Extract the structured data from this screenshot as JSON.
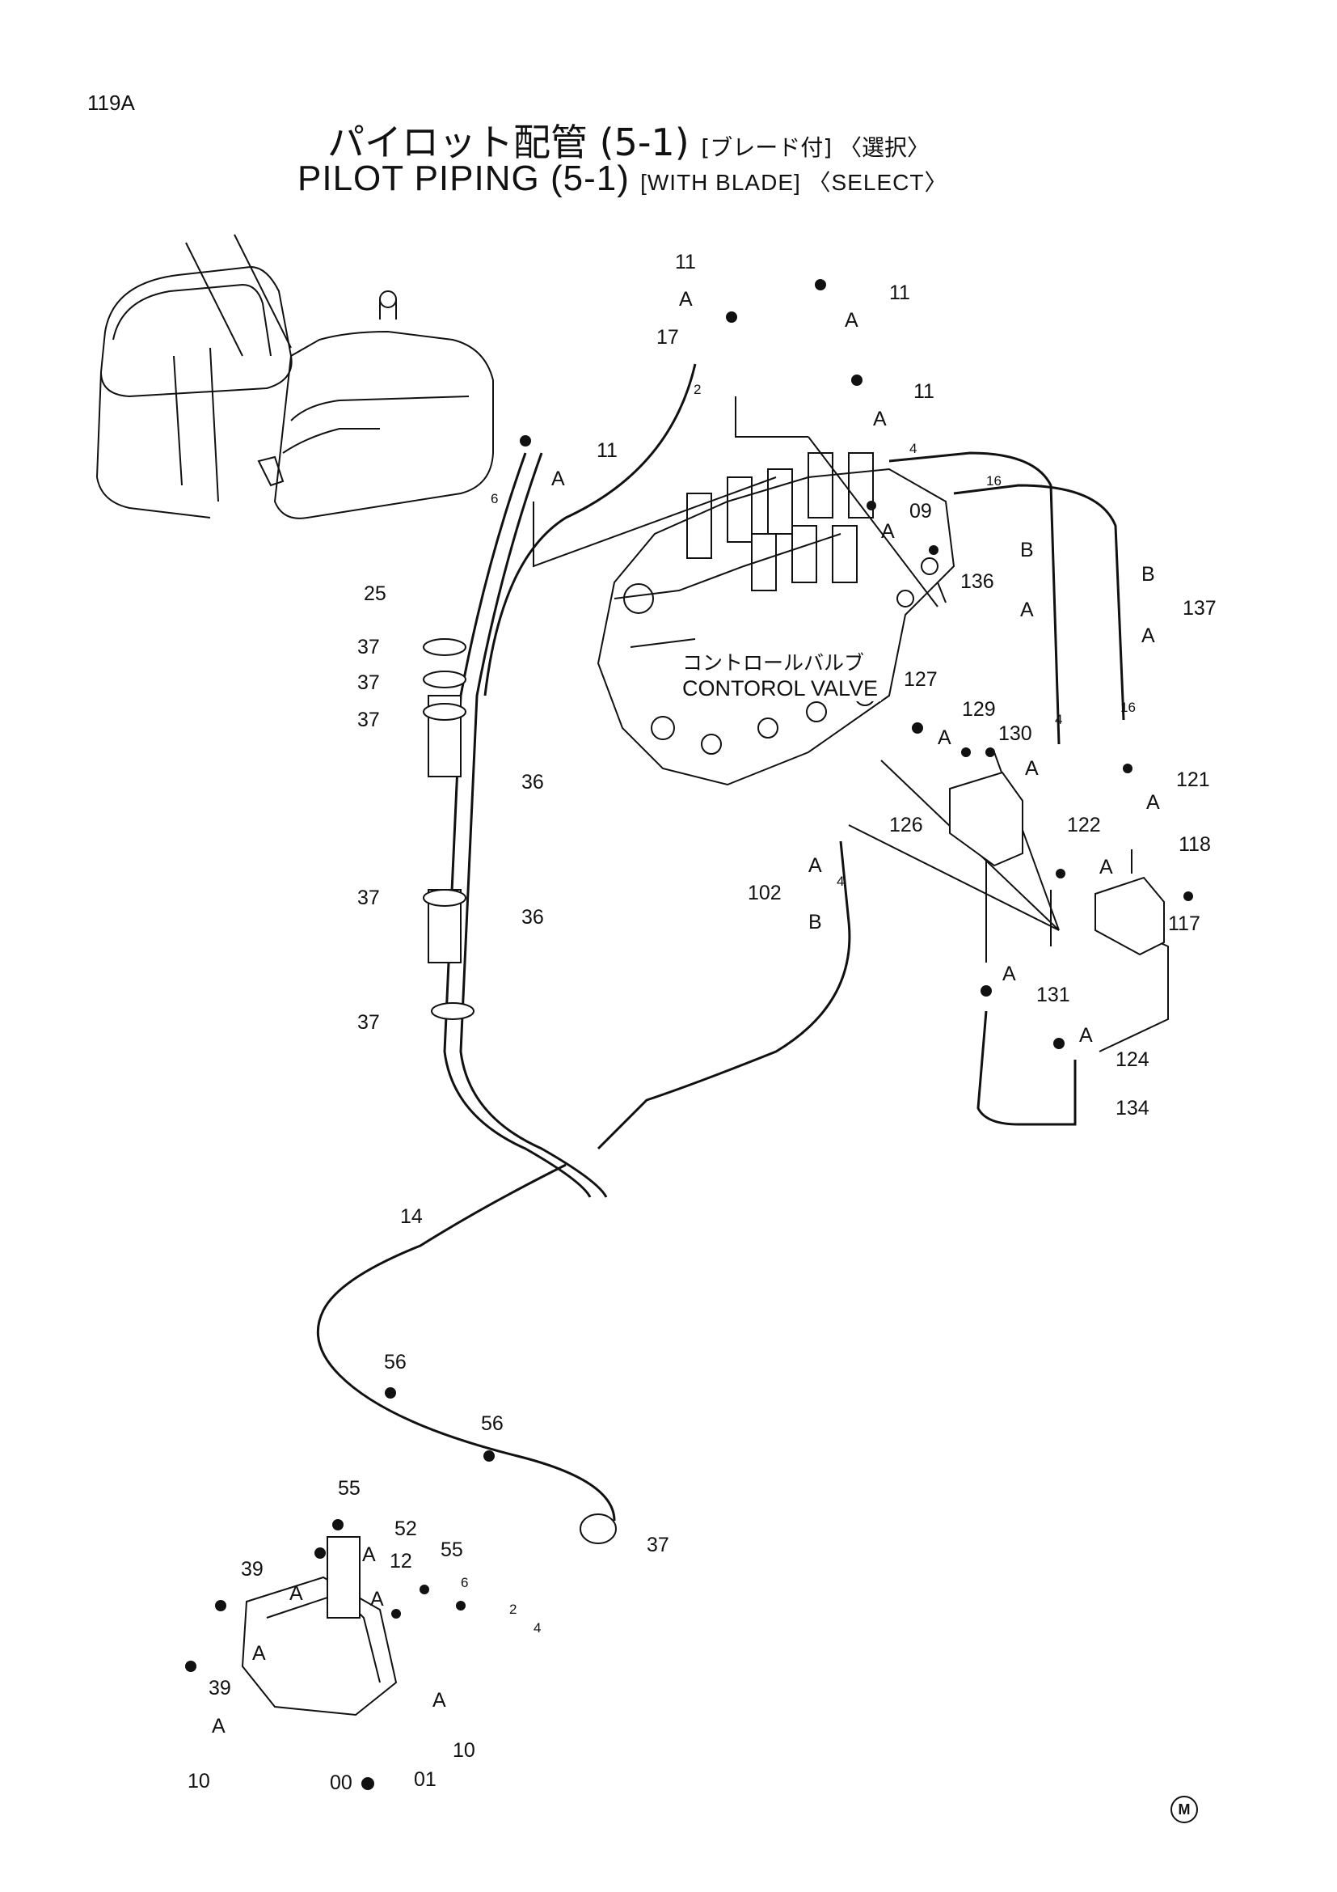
{
  "page_number": "119A",
  "title": {
    "jp_main": "パイロット配管 (5-1)",
    "jp_sub": "[ブレード付] 〈選択〉",
    "en_main": "PILOT PIPING (5-1)",
    "en_sub": "[WITH BLADE] 〈SELECT〉"
  },
  "control_valve": {
    "label_jp": "コントロールバルブ",
    "label_en": "CONTOROL VALVE"
  },
  "corner_mark": "M",
  "callouts": {
    "c11_top": "11",
    "c11_a": "11",
    "c11_b": "11",
    "c11_c": "11",
    "c17": "17",
    "c09": "09",
    "c136": "136",
    "c137": "137",
    "c25": "25",
    "c37_1": "37",
    "c37_2": "37",
    "c37_3": "37",
    "c37_4": "37",
    "c37_5": "37",
    "c37_6": "37",
    "c36_1": "36",
    "c36_2": "36",
    "c127": "127",
    "c129": "129",
    "c130": "130",
    "c126": "126",
    "c121": "121",
    "c122": "122",
    "c118": "118",
    "c117": "117",
    "c102": "102",
    "c131": "131",
    "c124": "124",
    "c134": "134",
    "c14": "14",
    "c56_1": "56",
    "c56_2": "56",
    "c55_1": "55",
    "c55_2": "55",
    "c52": "52",
    "c39_1": "39",
    "c39_2": "39",
    "c12": "12",
    "c10_1": "10",
    "c10_2": "10",
    "c00": "00",
    "c01": "01"
  },
  "bracket_letters": {
    "a": "A",
    "b": "B"
  },
  "hose_marks": {
    "h2": "2",
    "h4": "4",
    "h6": "6",
    "h16": "16"
  }
}
